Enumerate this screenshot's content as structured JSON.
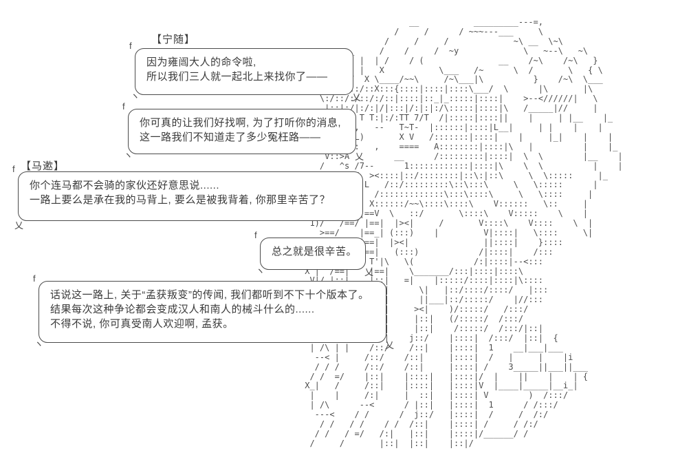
{
  "page": {
    "background": "#ffffff",
    "ink_color": "#3d3d3d"
  },
  "glyphs": {
    "top_left": "f",
    "bottom_left": "ヽ",
    "tail": "乂"
  },
  "bubbles": [
    {
      "speaker": "【宁随】",
      "lines": [
        "因为雍闿大人的命令啦,",
        "所以我们三人就一起北上来找你了――"
      ]
    },
    {
      "speaker": "",
      "lines": [
        "你可真的让我们好找啊, 为了打听你的消息,",
        "这一路我们不知道走了多少冤枉路――"
      ]
    },
    {
      "speaker": "【马遬】",
      "lines": [
        "你个连马都不会骑的家伙还好意思说......",
        "一路上要么是承在我的马背上, 要么是被我背着, 你那里辛苦了？"
      ]
    },
    {
      "speaker": "",
      "lines": [
        "总之就是很辛苦。"
      ]
    },
    {
      "speaker": "",
      "lines": [
        "话说这一路上, 关于“孟获叛变”的传闻, 我们都听到不下十个版本了。",
        "结果每次这种争论都会变成汉人和南人的械斗什么的......",
        "不得不说, 你可真受南人欢迎啊, 孟获。"
      ]
    }
  ],
  "ascii_art": {
    "lines": [
      "                      __           _________---=,",
      "                   /     /      / ~~~---___     \\",
      "                 /     /     /             ~\\ __  \\~\\",
      "     ______     /    /     /  ~y             \\   ~--\\   ~\\",
      "   \\        |  | /    / (               __    /~\\    /~\\   }",
      "    |--=[   |   X           \\___   /~      \\  /       \\   { \\",
      "  X  \\___)/  X \\____/~~\\     /~\\___|\\          }    /~\\  \\___",
      "   \\::::/:::/::X:::{::::|::::|::::\\___/  \\      |\\       |\\",
      "    \\:/::/:/::/:/::|::::|::_|_:::::|::::|    >--<//////|   \\",
      "     |::|:/|:/:|/|:::|/:|:|:/\\:::::|::::|\\   /_____|//     |",
      "     |:::TT T T:|:/:TT 7/T  /|:::::|::::||    |     | |__    |_",
      " X   \\::TT~,   --   T~T-  |::::::|::::|L__|     | |    |    |",
      "  \\   |:ij:L)       X V   /:::::::|::::|    |     |_|    |    |",
      "     |::MM::   ,    ====   A::::::::|::::|\\   |          |    |_",
      "     V::>A         __      /:::::::::|::::|  \\  \\        |__    |",
      "    /   ^s /7--      1::::::::::::|::::|\\    \\  \\          |    |",
      "   /:::::/:/  ><::::|::/::::::::|::\\:|::\\     \\  \\:::::     |_",
      "  / /~~V   | L   /::/:::::::::\\::\\:::\\     \\   \\:::::      |",
      " [/\\/:7   /X   /:::::::::::::\\:::\\::::\\     \\   \\::::     |",
      " |:// //==Yt  X::::::/~~\\::::\\::::\\    V::::::   \\::     |",
      " , ) /  /==/|==V  \\   ::/       \\::::\\    V:::::    \\    |",
      "  1)/   /==/ |==|  |><|     /       V::::\\    V::::    \\  |",
      "    >==/    |==_| (:::)    |         V|::::|   \\::::     \\|",
      "  |  (i     |==|  |><|               ||::::|    }::::",
      "  ||  <==/| |==|   (:::)            /|::::|    /:::",
      "  ||  |/==    T'|\\   \\(            /:|::::|--<:::",
      " X |  /==|    |==|    \\_______/:::|::::|::::\\",
      "  V|/ |::|    |::|   =|    |:::::/::::|::::|\\::::",
      "   V  |:|:|   |::|      \\|   |::/::::/::::/   |:::",
      "   |  |:|:|   |::|      ||___|::/:::::/    |//:::",
      " ___X |:|:|   |::|     ><|    )/:::::/   /:::/",
      " \\     V:|    /::|     |::|   (/:::::/  /:::/",
      "  |    |:|    |::|     |::|    /:::::/  /:::/|::|",
      "  |    | |    /::|    j::/    |::::|  /:::/  |::|  {",
      "  | /\\ | |    /::/    /::|    |::::|  1    __|___|___",
      "   --< |     /::/    /::|     |::::|  /   |     |    |i",
      "   / / /     /::/    /::|     |::::| /    3_____||___||___",
      "  / /  =/    |::|    |::::|   |::::|/  |    ||    |    | {",
      " X_|   /     /::|    |::::|   |::::|V  |____|_____|__i_|",
      "  |    |     /:|     |  ::|   |::::| V        )  /:::/",
      "  | /\\      --<      / |::|   |::::|  1      / /:::/",
      "   ---<    / /      /  j::/   |::::|  /     /  /:/",
      "    / /   / /    / /  /::|    |::::| /     / /:/",
      "   / /   / =/   /:|   |::|    |::::|/______/ /",
      "  /     /       |::|  |::|    |::|/"
    ]
  }
}
